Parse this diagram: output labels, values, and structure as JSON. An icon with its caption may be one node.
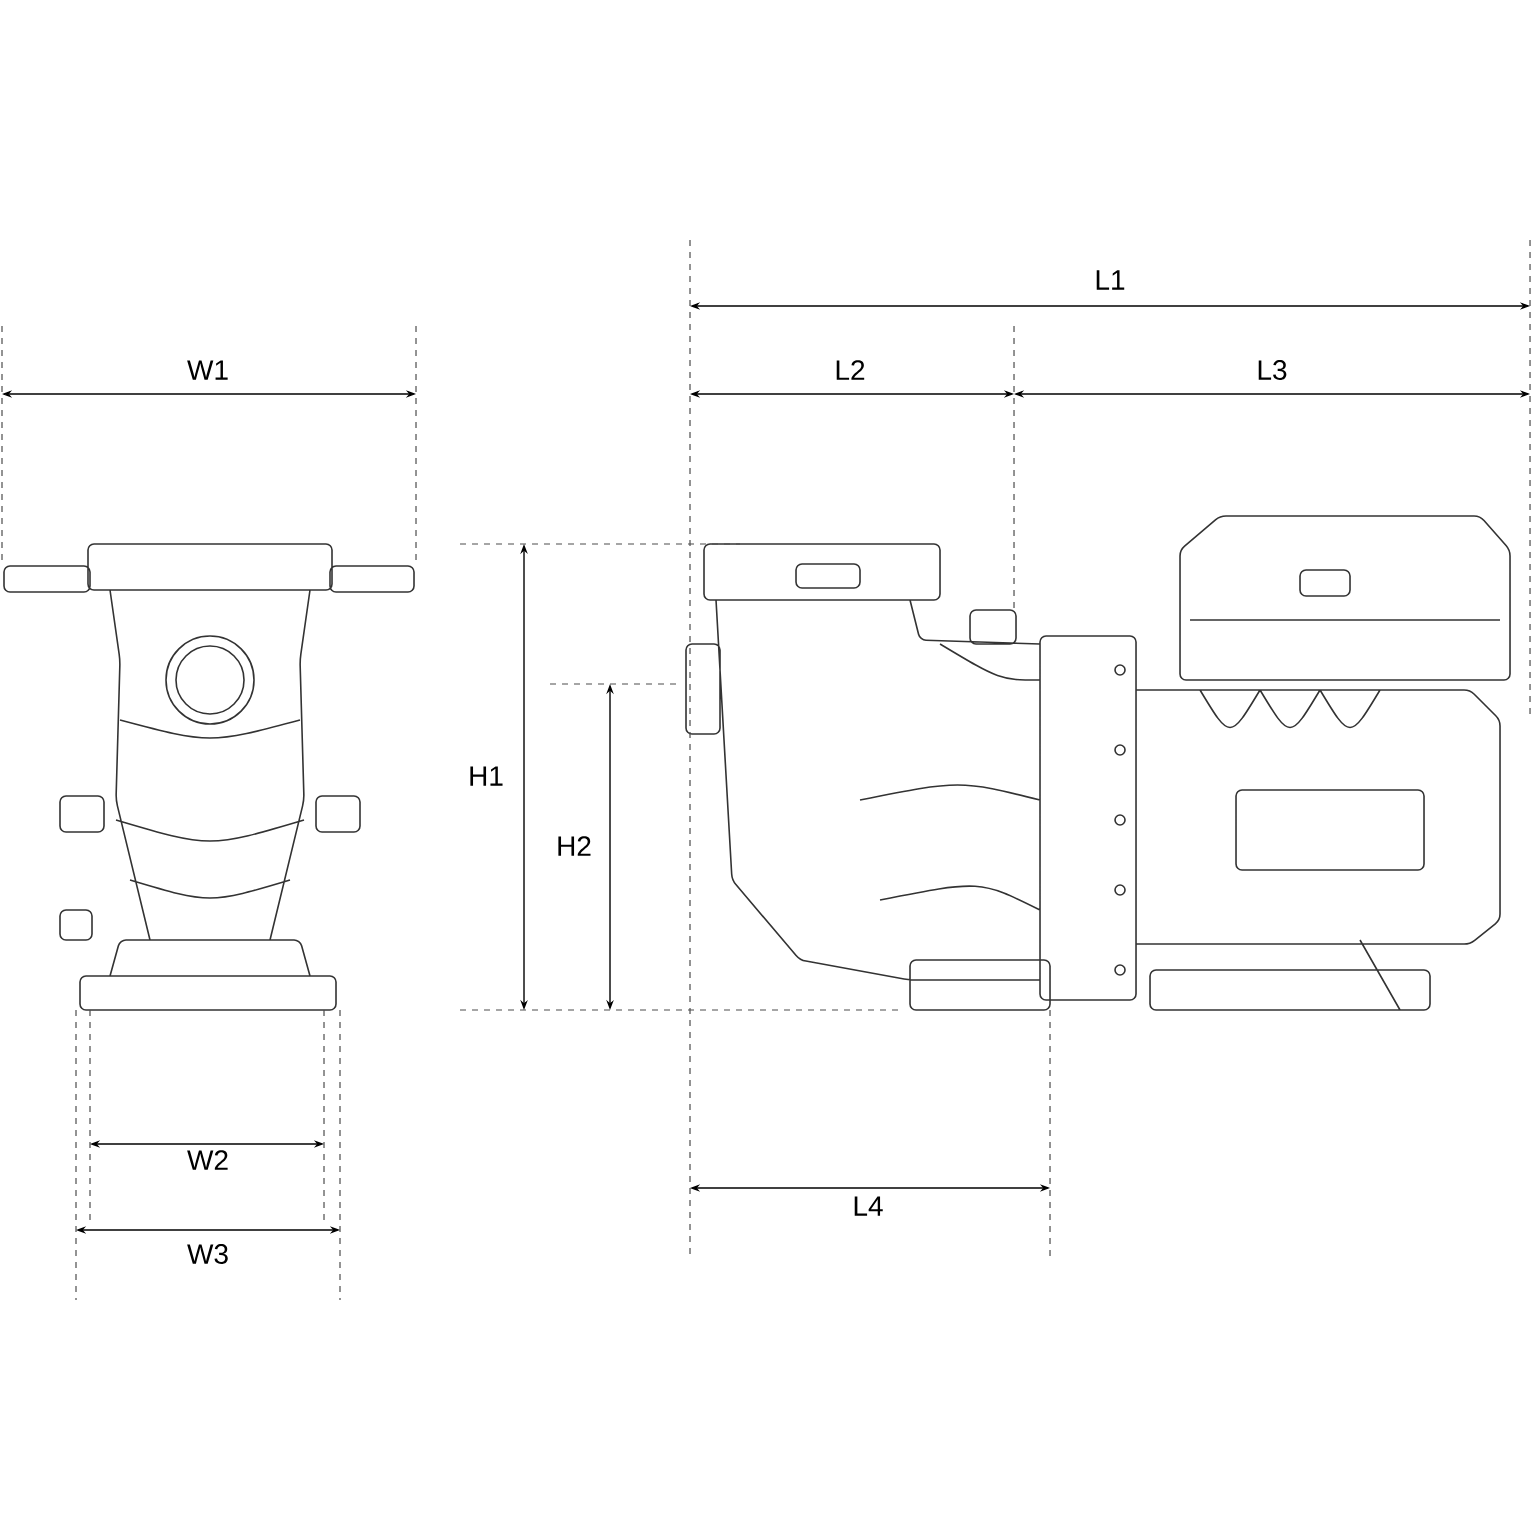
{
  "diagram": {
    "labels": [
      "L1",
      "W1",
      "L2",
      "L3",
      "H1",
      "H2",
      "W2",
      "L4",
      "W3"
    ]
  }
}
